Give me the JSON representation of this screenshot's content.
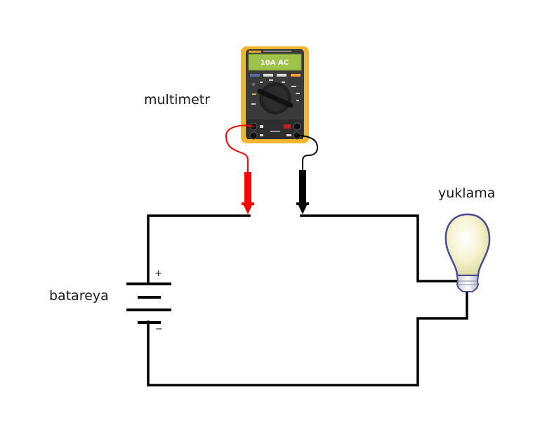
{
  "diagram": {
    "type": "circuit",
    "labels": {
      "multimeter": "multimetr",
      "load": "yuklama",
      "battery": "batareya"
    },
    "battery_polarity": {
      "positive": "+",
      "negative": "−"
    },
    "multimeter": {
      "display_reading": "10A AC",
      "lead_colors": {
        "positive": "#ff0000",
        "common": "#000000"
      }
    },
    "colors": {
      "wire": "#000000",
      "meter_body": "#f2b531",
      "meter_face": "#3a3a3a",
      "display": "#9ec24a",
      "bulb_glass": "#f4f2c4",
      "bulb_outline": "#4a4a9a"
    },
    "connections": [
      "battery(+) -> red probe (multimeter 10A terminal)",
      "black probe (multimeter COM) -> load (lamp)",
      "load (lamp) -> battery(-)"
    ]
  }
}
